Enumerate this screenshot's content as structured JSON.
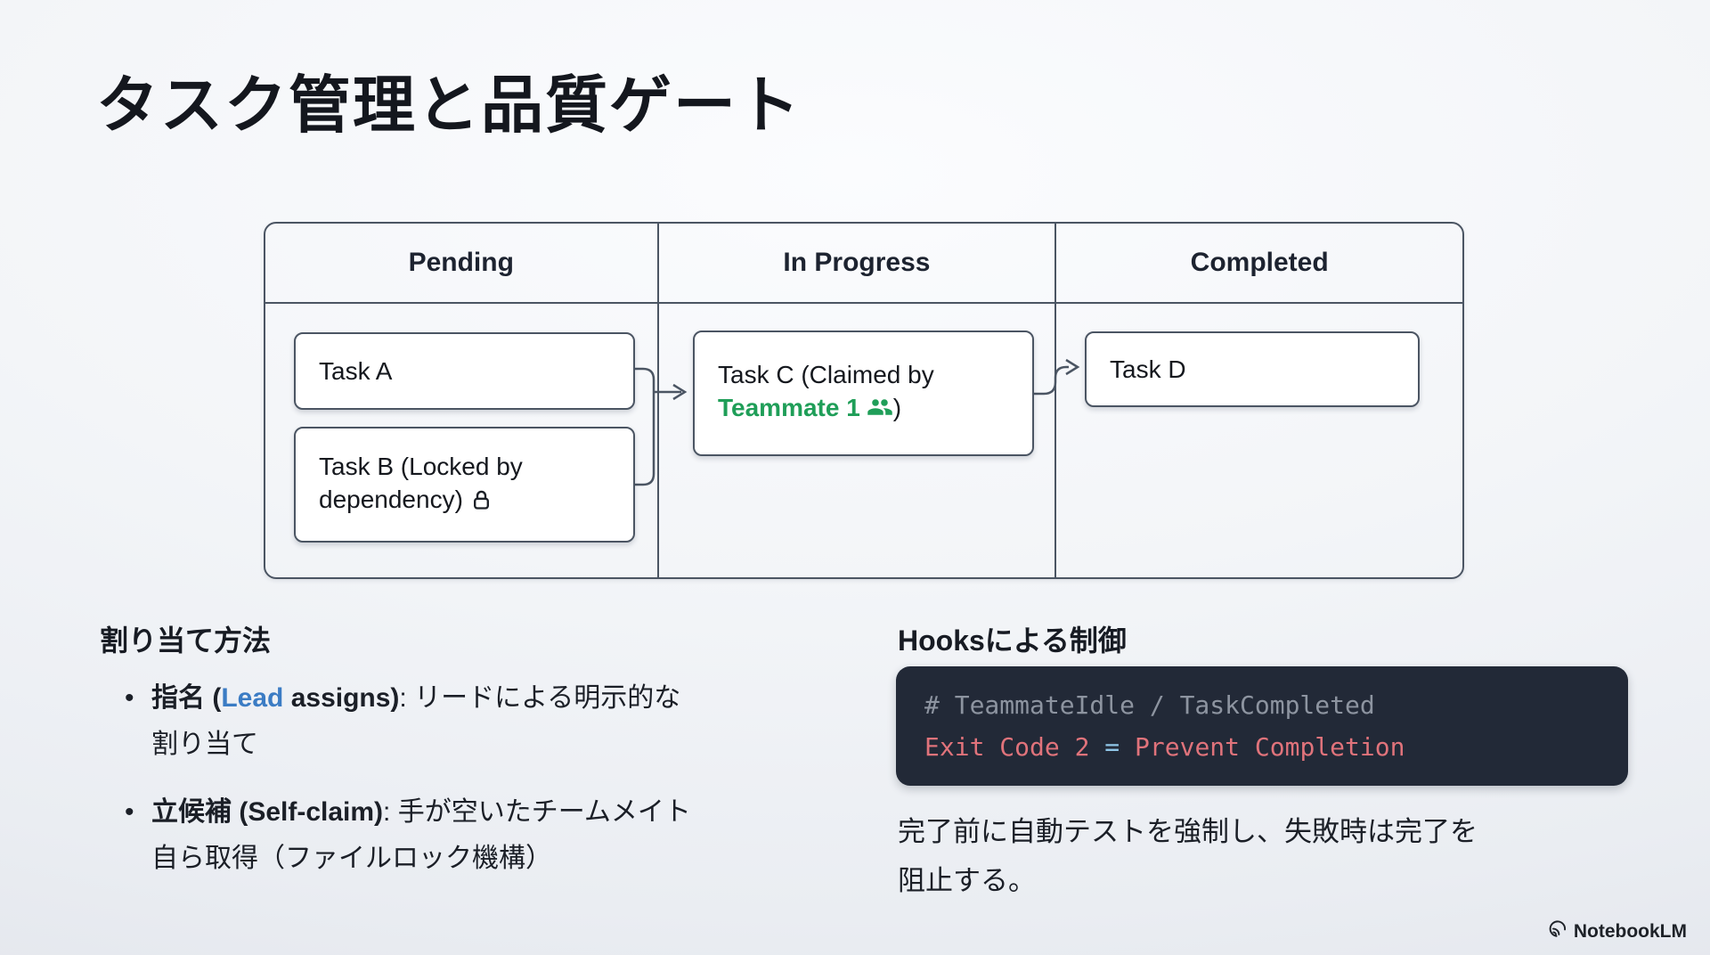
{
  "slide": {
    "title": "タスク管理と品質ゲート"
  },
  "board": {
    "columns": [
      {
        "label": "Pending"
      },
      {
        "label": "In Progress"
      },
      {
        "label": "Completed"
      }
    ],
    "tasks": {
      "task_a": {
        "label": "Task A"
      },
      "task_b": {
        "line1": "Task B (Locked by",
        "line2": "dependency)",
        "icon": "lock-icon"
      },
      "task_c": {
        "line1": "Task C (Claimed by",
        "claimant": "Teammate 1",
        "icon": "people-icon",
        "suffix": ")"
      },
      "task_d": {
        "label": "Task D"
      }
    }
  },
  "assignment": {
    "heading": "割り当て方法",
    "bullets": [
      {
        "marker": "•",
        "bold_prefix": "指名 (",
        "highlight": "Lead",
        "bold_suffix": " assigns)",
        "separator": ": ",
        "line1": "リードによる明示的な",
        "line2": "割り当て"
      },
      {
        "marker": "•",
        "bold_prefix": "立候補 (Self-claim)",
        "separator": ": ",
        "line1": "手が空いたチームメイト",
        "line2": "自ら取得（ファイルロック機構）"
      }
    ]
  },
  "hooks": {
    "heading": "Hooksによる制御",
    "code": {
      "comment_line": "# TeammateIdle / TaskCompleted",
      "line2_left": "Exit Code 2 ",
      "line2_operator": "=",
      "line2_right": " Prevent Completion"
    },
    "description_line1": "完了前に自動テストを強制し、失敗時は完了を",
    "description_line2": "阻止する。"
  },
  "footer": {
    "brand": "NotebookLM"
  },
  "colors": {
    "accent_green": "#1f9e58",
    "accent_blue": "#3b7cc4",
    "code_bg": "#222937",
    "code_comment": "#8d94a0",
    "code_red": "#e0737b",
    "code_op": "#90c6e8",
    "line": "#4b5563"
  }
}
